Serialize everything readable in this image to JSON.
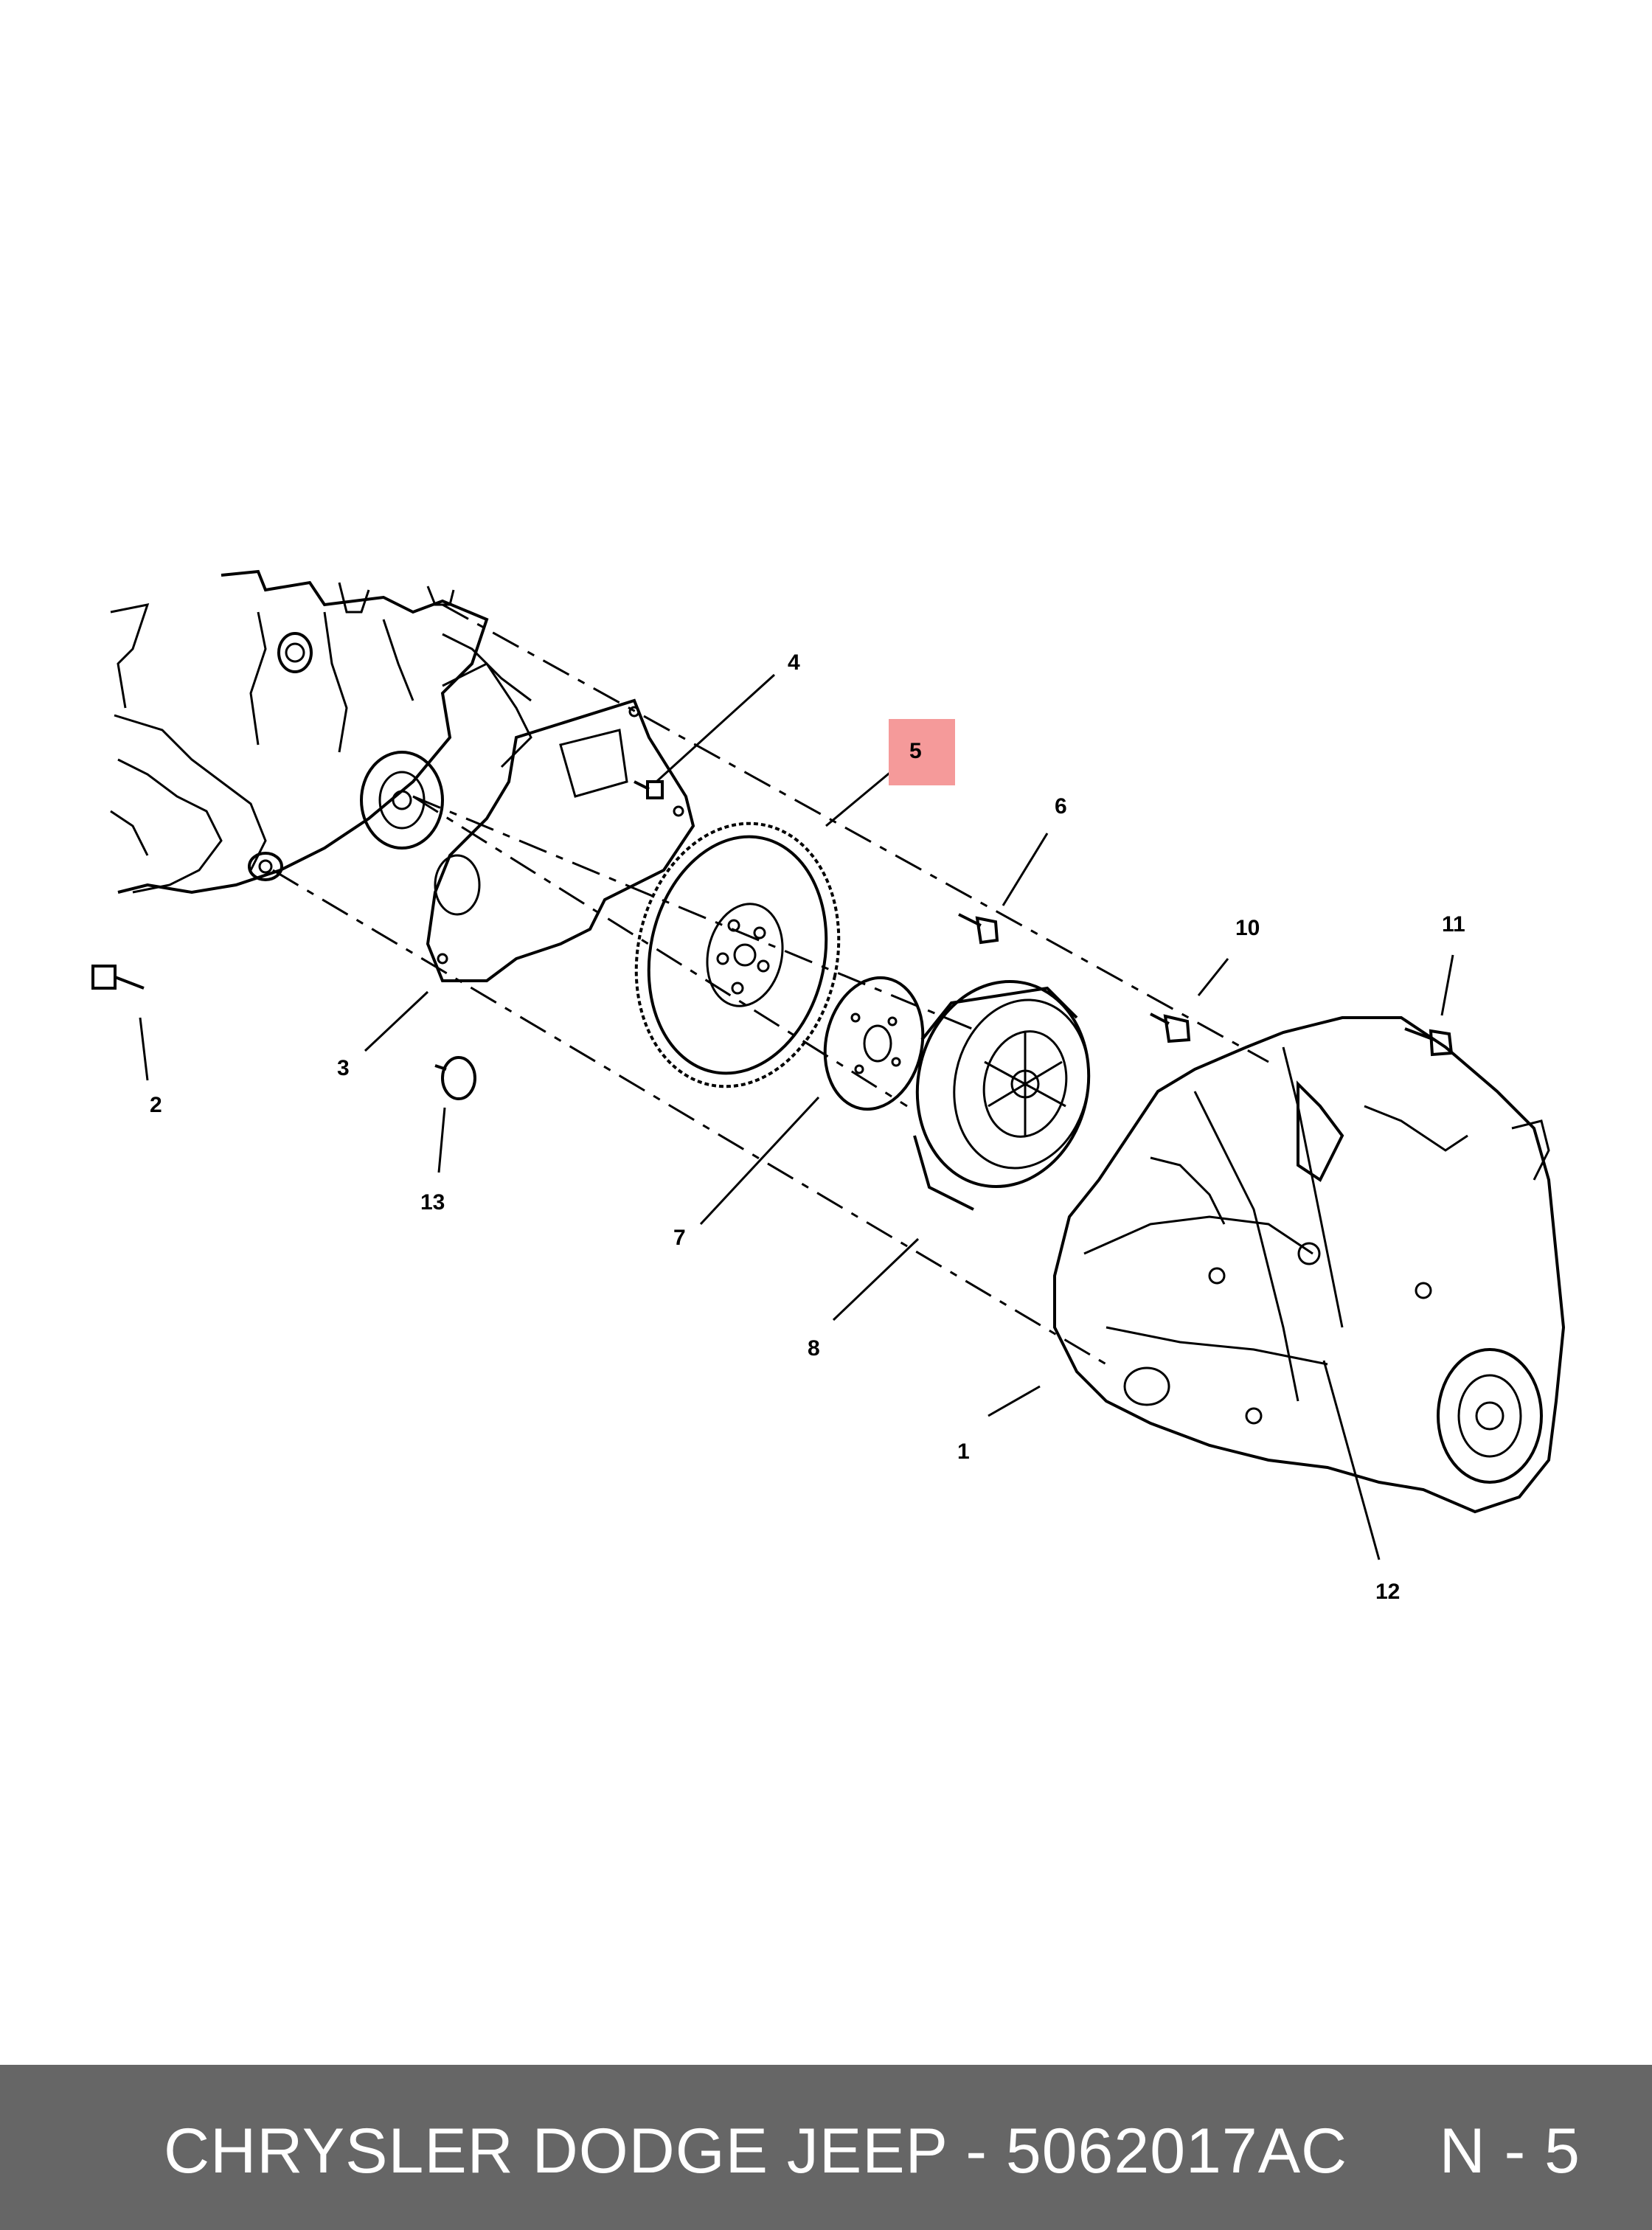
{
  "callouts": [
    {
      "id": "1",
      "label": "1"
    },
    {
      "id": "2",
      "label": "2"
    },
    {
      "id": "3",
      "label": "3"
    },
    {
      "id": "4",
      "label": "4"
    },
    {
      "id": "5",
      "label": "5"
    },
    {
      "id": "6",
      "label": "6"
    },
    {
      "id": "7",
      "label": "7"
    },
    {
      "id": "8",
      "label": "8"
    },
    {
      "id": "10",
      "label": "10"
    },
    {
      "id": "11",
      "label": "11"
    },
    {
      "id": "12",
      "label": "12"
    },
    {
      "id": "13",
      "label": "13"
    }
  ],
  "highlight": {
    "label": "5",
    "color": "#f59a9a"
  },
  "footer": {
    "text": "CHRYSLER DODGE JEEP - 5062017AC     N - 5",
    "background": "#666666",
    "text_color": "#ffffff"
  }
}
